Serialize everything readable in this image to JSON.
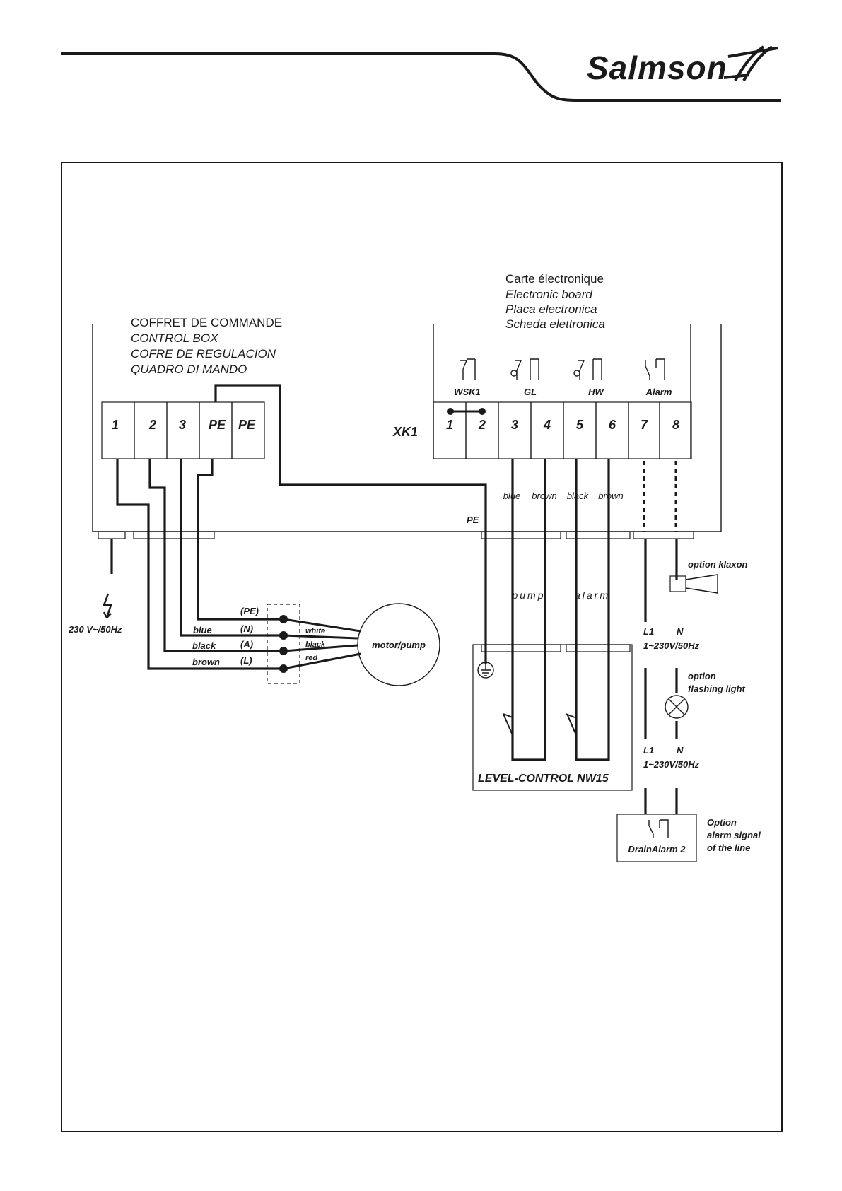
{
  "brand": {
    "name": "Salmson"
  },
  "control_box": {
    "title_lines": [
      "COFFRET DE COMMANDE",
      "CONTROL BOX",
      "COFRE DE REGULACION",
      "QUADRO DI MANDO"
    ],
    "terminals": [
      "1",
      "2",
      "3",
      "PE",
      "PE"
    ]
  },
  "board": {
    "title_lines": [
      "Carte électronique",
      "Electronic board",
      "Placa electronica",
      "Scheda elettronica"
    ],
    "connector": "XK1",
    "terminals": [
      "1",
      "2",
      "3",
      "4",
      "5",
      "6",
      "7",
      "8"
    ],
    "contacts": [
      "WSK1",
      "GL",
      "HW",
      "Alarm"
    ],
    "wire_colors": [
      "blue",
      "brown",
      "black",
      "brown"
    ],
    "pe_label": "PE"
  },
  "supply": {
    "label": "230 V~/50Hz"
  },
  "motor": {
    "label": "motor/pump",
    "terminal_labels": [
      "(PE)",
      "(N)",
      "(A)",
      "(L)"
    ],
    "box_wire_colors": [
      "blue",
      "black",
      "brown"
    ],
    "motor_wire_colors": [
      "white",
      "black",
      "red"
    ]
  },
  "level_control": {
    "label": "LEVEL-CONTROL  NW15",
    "cables": [
      "pump",
      "alarm"
    ]
  },
  "options": {
    "klaxon": "option klaxon",
    "flashing_light": [
      "option",
      "flashing light"
    ],
    "line_labels": {
      "l1": "L1",
      "n": "N",
      "supply": "1~230V/50Hz"
    },
    "drain_alarm": "DrainAlarm  2",
    "alarm_signal": [
      "Option",
      "alarm signal",
      "of the line"
    ]
  }
}
